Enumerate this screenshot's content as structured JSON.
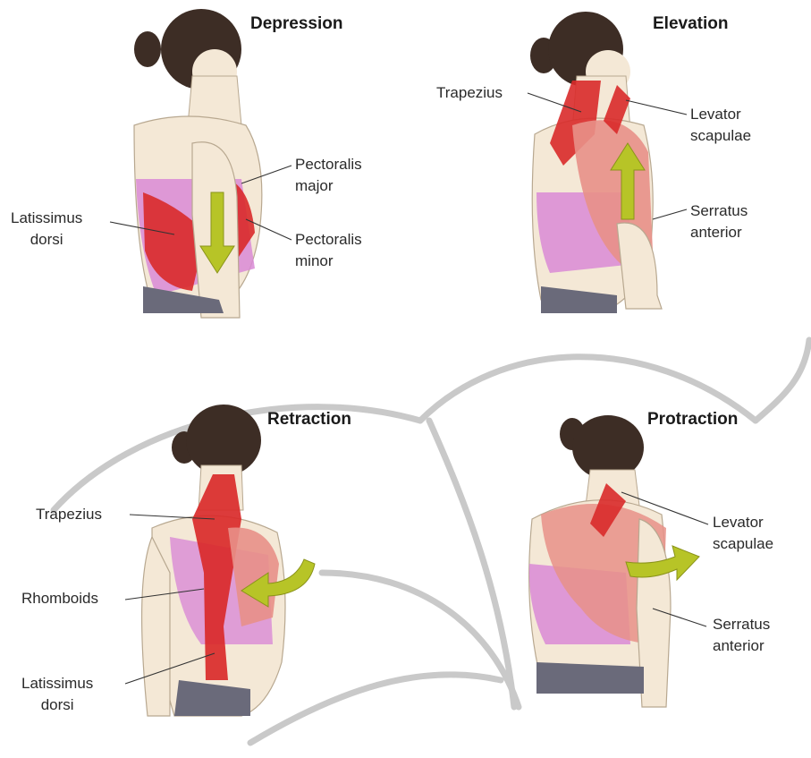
{
  "panels": {
    "depression": {
      "title": "Depression",
      "labels": {
        "latissimus_1": "Latissimus",
        "latissimus_2": "dorsi",
        "pec_major_1": "Pectoralis",
        "pec_major_2": "major",
        "pec_minor_1": "Pectoralis",
        "pec_minor_2": "minor"
      }
    },
    "elevation": {
      "title": "Elevation",
      "labels": {
        "trapezius": "Trapezius",
        "levator_1": "Levator",
        "levator_2": "scapulae",
        "serratus_1": "Serratus",
        "serratus_2": "anterior"
      }
    },
    "retraction": {
      "title": "Retraction",
      "labels": {
        "trapezius": "Trapezius",
        "rhomboids": "Rhomboids",
        "latissimus_1": "Latissimus",
        "latissimus_2": "dorsi"
      }
    },
    "protraction": {
      "title": "Protraction",
      "labels": {
        "levator_1": "Levator",
        "levator_2": "scapulae",
        "serratus_1": "Serratus",
        "serratus_2": "anterior"
      }
    }
  },
  "colors": {
    "muscle_red": "#d92a2a",
    "muscle_pink": "#e89088",
    "top_magenta": "#d98ad6",
    "skin": "#f4e8d6",
    "hair": "#3d2d25",
    "arrow_green": "#b7c427",
    "swoosh_gray": "#c9c9c9",
    "leader_line": "#333333"
  }
}
